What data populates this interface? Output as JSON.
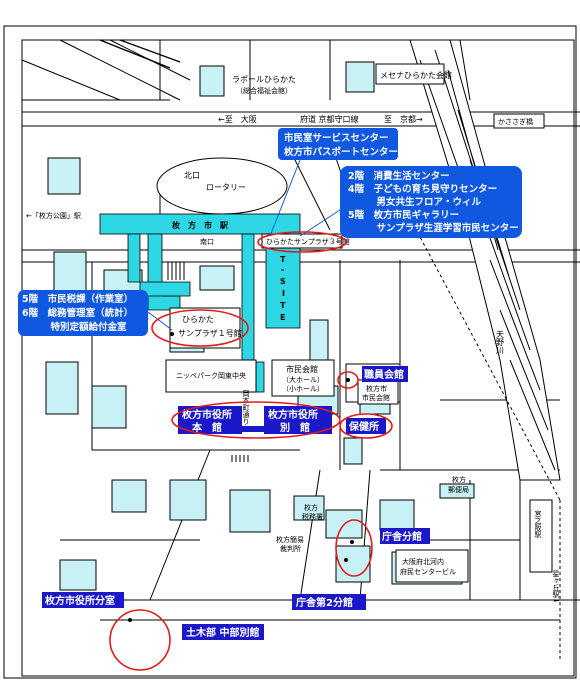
{
  "roads": {
    "route_left": "←至　大阪",
    "route_mid": "府道 京都守口線",
    "route_right": "至　京都→",
    "kasasagi": "かささぎ橋",
    "hirakata_park": "←「枚方公園」駅"
  },
  "buildings": {
    "labor": "ラポールひらかた",
    "labor_sub": "（総合福祉会館）",
    "mesena": "メセナひらかた会館",
    "rotary": "ロータリー",
    "north_exit": "北口",
    "south_exit": "南口",
    "station": "枚　方　市　駅",
    "sanplaza3": "ひらかたサンプラザ３号館",
    "sanplaza1_a": "ひらかた",
    "sanplaza1_b": "サンプラザ１号館",
    "tsite": "T-SITE",
    "nippon": "ニッペパーク岡東中央",
    "kaikan": "市民会館",
    "kaikan_big": "（大ホール）",
    "kaikan_small": "（小ホール）",
    "shimin_hall_a": "枚方市",
    "shimin_hall_b": "市民会館",
    "hirakata_kyoku": "枚方",
    "hirakata_kyoku2": "郵便局",
    "zeimusho_a": "枚方",
    "zeimusho_b": "税務署",
    "court_a": "枚方簡易",
    "court_b": "裁判所",
    "osaka_a": "大阪府北河内",
    "osaka_b": "府民センタービル",
    "river": "天野川",
    "miyanosaka": "宮之阪駅",
    "miyanosaka_arrow": "星ヶ丘駅↓",
    "okada": "岡本町通り"
  },
  "callouts": {
    "service": [
      "市民室サービスセンター",
      "枚方市パスポートセンター"
    ],
    "floors": [
      "2階　消費生活センター",
      "4階　子どもの育ち見守りセンター",
      "　　　男女共生フロア・ウィル",
      "5階　枚方市民ギャラリー",
      "　　　サンプラザ生涯学習市民センター"
    ],
    "tax": [
      "5階　市民税課（作業室）",
      "6階　総務管理室（統計）",
      "　　　特別定額給付金室"
    ]
  },
  "facilities": {
    "honkan_a": "枚方市役所",
    "honkan_b": "本　館",
    "bekkan_a": "枚方市役所",
    "bekkan_b": "別　館",
    "shokuin": "職員会館",
    "hokenjo": "保健所",
    "bunkan": "庁舎分館",
    "dai2": "庁舎第2分館",
    "bunshitsu": "枚方市役所分室",
    "doboku": "土木部 中部別館"
  },
  "colors": {
    "navy": "#1a18c8",
    "callout_blue": "#1158e0",
    "cyan": "#2fd6e4",
    "light_cyan": "#c8f1f6",
    "red": "#e01c1c"
  }
}
